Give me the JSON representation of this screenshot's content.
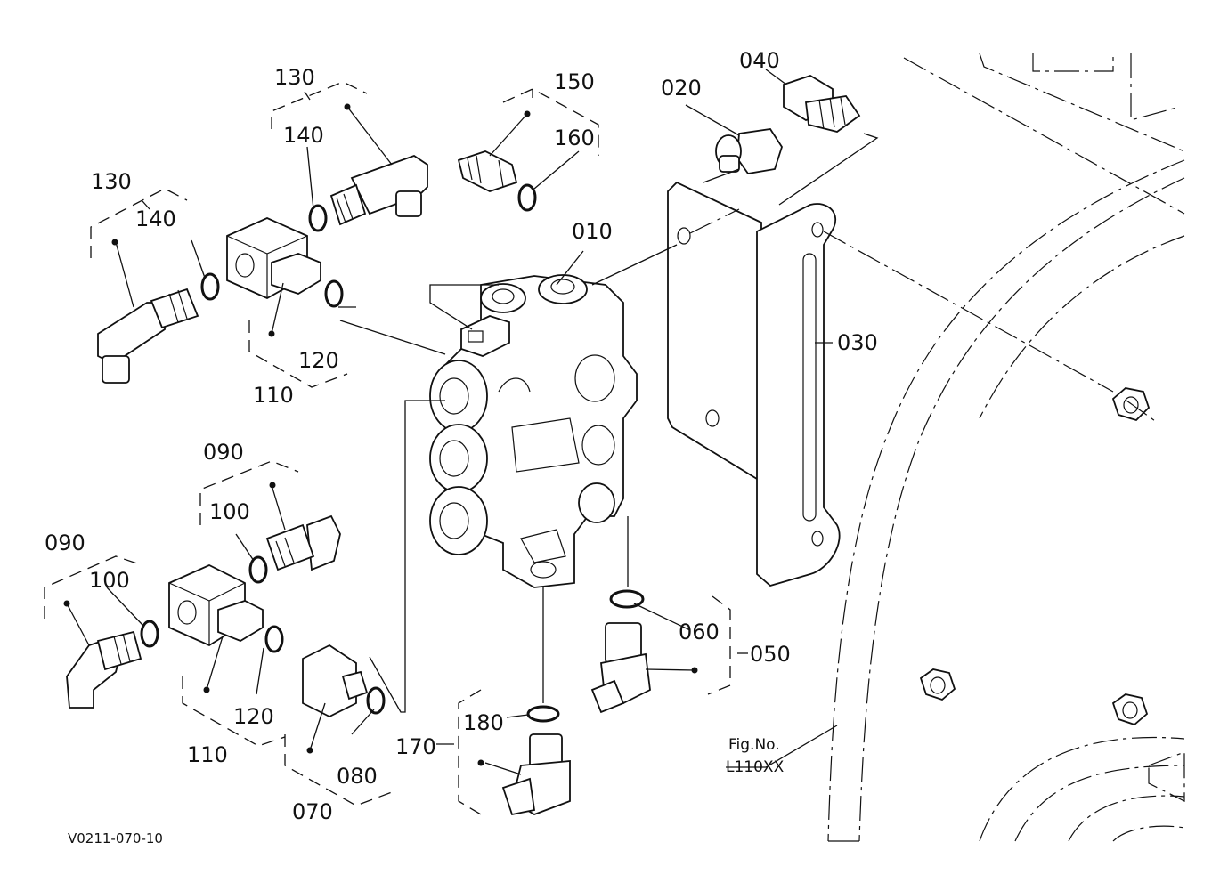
{
  "callouts": {
    "p010": "010",
    "p020": "020",
    "p030": "030",
    "p040": "040",
    "p050": "050",
    "p060": "060",
    "p070": "070",
    "p080": "080",
    "p090a": "090",
    "p090b": "090",
    "p100a": "100",
    "p100b": "100",
    "p110a": "110",
    "p110b": "110",
    "p120a": "120",
    "p120b": "120",
    "p130a": "130",
    "p130b": "130",
    "p140a": "140",
    "p140b": "140",
    "p150": "150",
    "p160": "160",
    "p170": "170",
    "p180": "180"
  },
  "figref": {
    "line1": "Fig.No.",
    "line2": "L110XX"
  },
  "drawing_code": "V0211-070-10"
}
